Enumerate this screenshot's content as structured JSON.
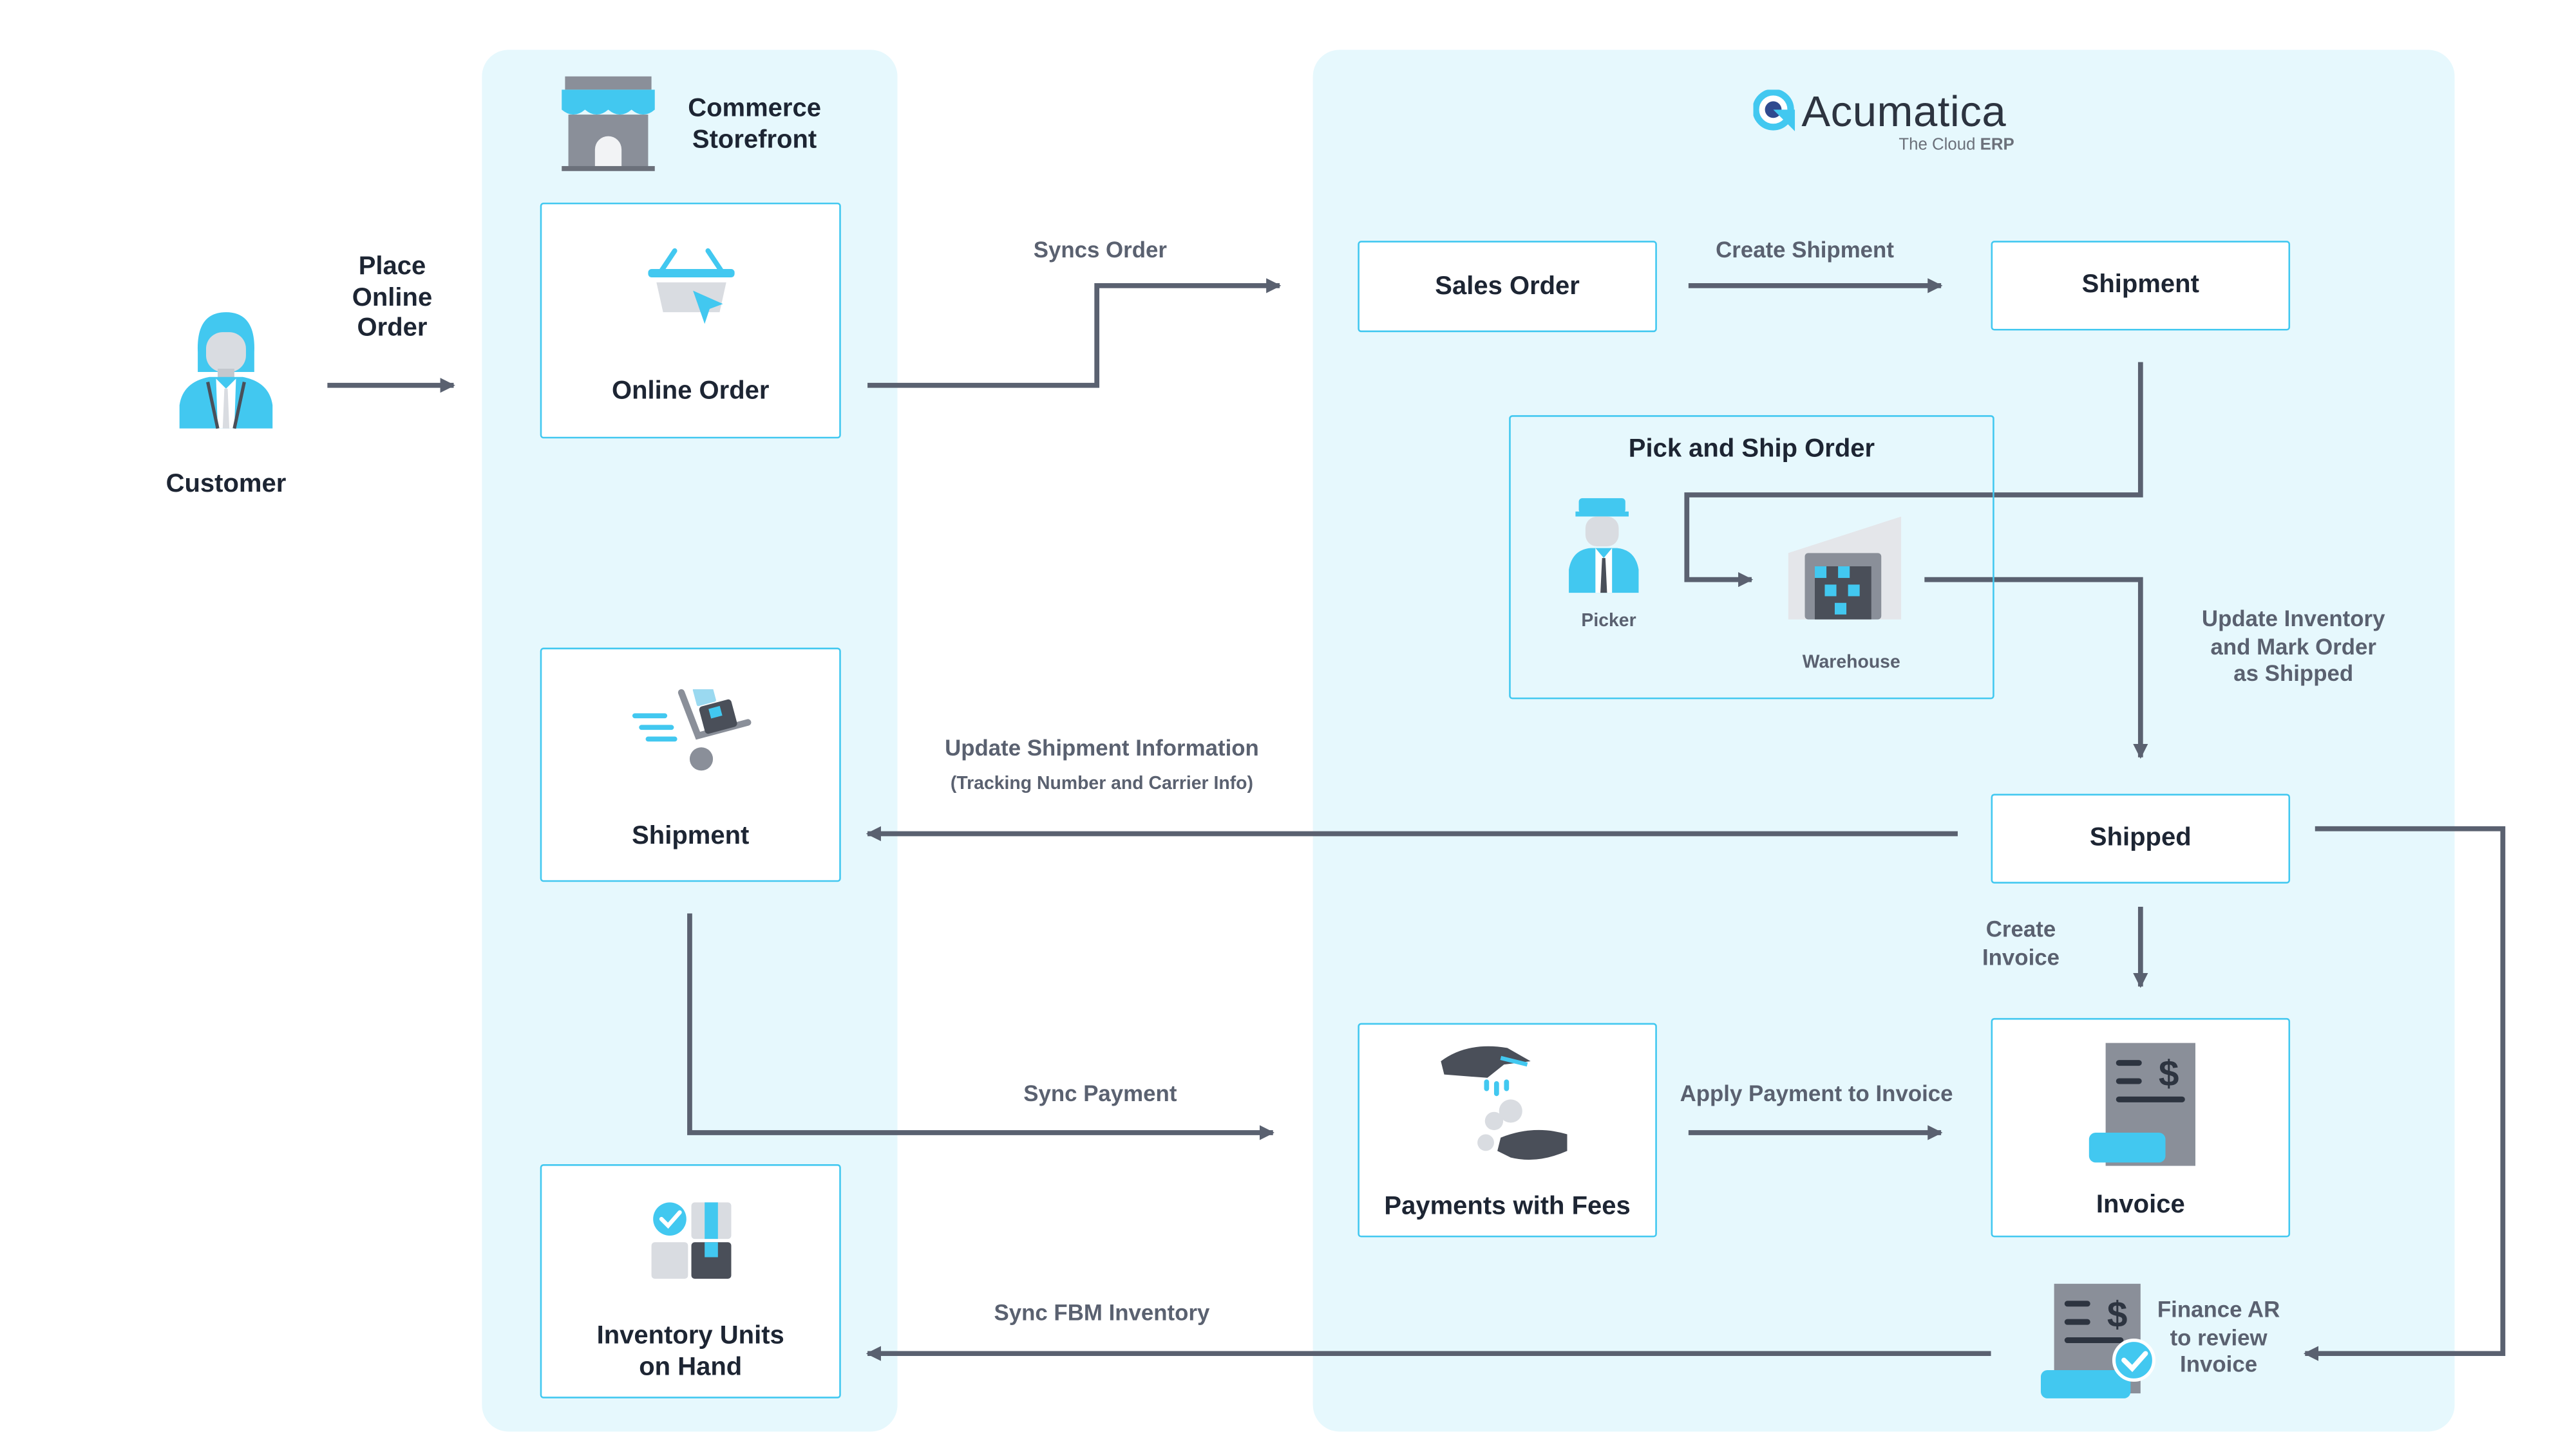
{
  "colors": {
    "accent": "#42c8f0",
    "panel": "#e6f8fd",
    "connector": "#5a6170",
    "dark_text": "#1d2533",
    "icon_gray": "#8a8f99",
    "icon_dark": "#4a4f59"
  },
  "actors": {
    "customer": "Customer"
  },
  "edges": {
    "place_order": [
      "Place",
      "Online",
      "Order"
    ],
    "syncs_order": "Syncs Order",
    "create_shipment": "Create Shipment",
    "update_inventory": [
      "Update Inventory",
      "and Mark Order",
      "as Shipped"
    ],
    "update_shipment": "Update Shipment Information",
    "update_shipment_sub": "(Tracking Number and Carrier Info)",
    "create_invoice": [
      "Create",
      "Invoice"
    ],
    "sync_payment": "Sync Payment",
    "apply_payment": "Apply Payment to Invoice",
    "sync_fbm": "Sync FBM Inventory"
  },
  "commerce": {
    "title": [
      "Commerce",
      "Storefront"
    ],
    "online_order": "Online Order",
    "shipment": "Shipment",
    "inventory": [
      "Inventory Units",
      "on Hand"
    ]
  },
  "erp": {
    "brand": "Acumatica",
    "tagline_prefix": "The Cloud ",
    "tagline_emph": "ERP",
    "sales_order": "Sales Order",
    "shipment": "Shipment",
    "pick_ship": "Pick and Ship Order",
    "picker": "Picker",
    "warehouse": "Warehouse",
    "shipped": "Shipped",
    "payments": "Payments with Fees",
    "invoice": "Invoice",
    "finance": [
      "Finance AR",
      "to review",
      "Invoice"
    ]
  }
}
